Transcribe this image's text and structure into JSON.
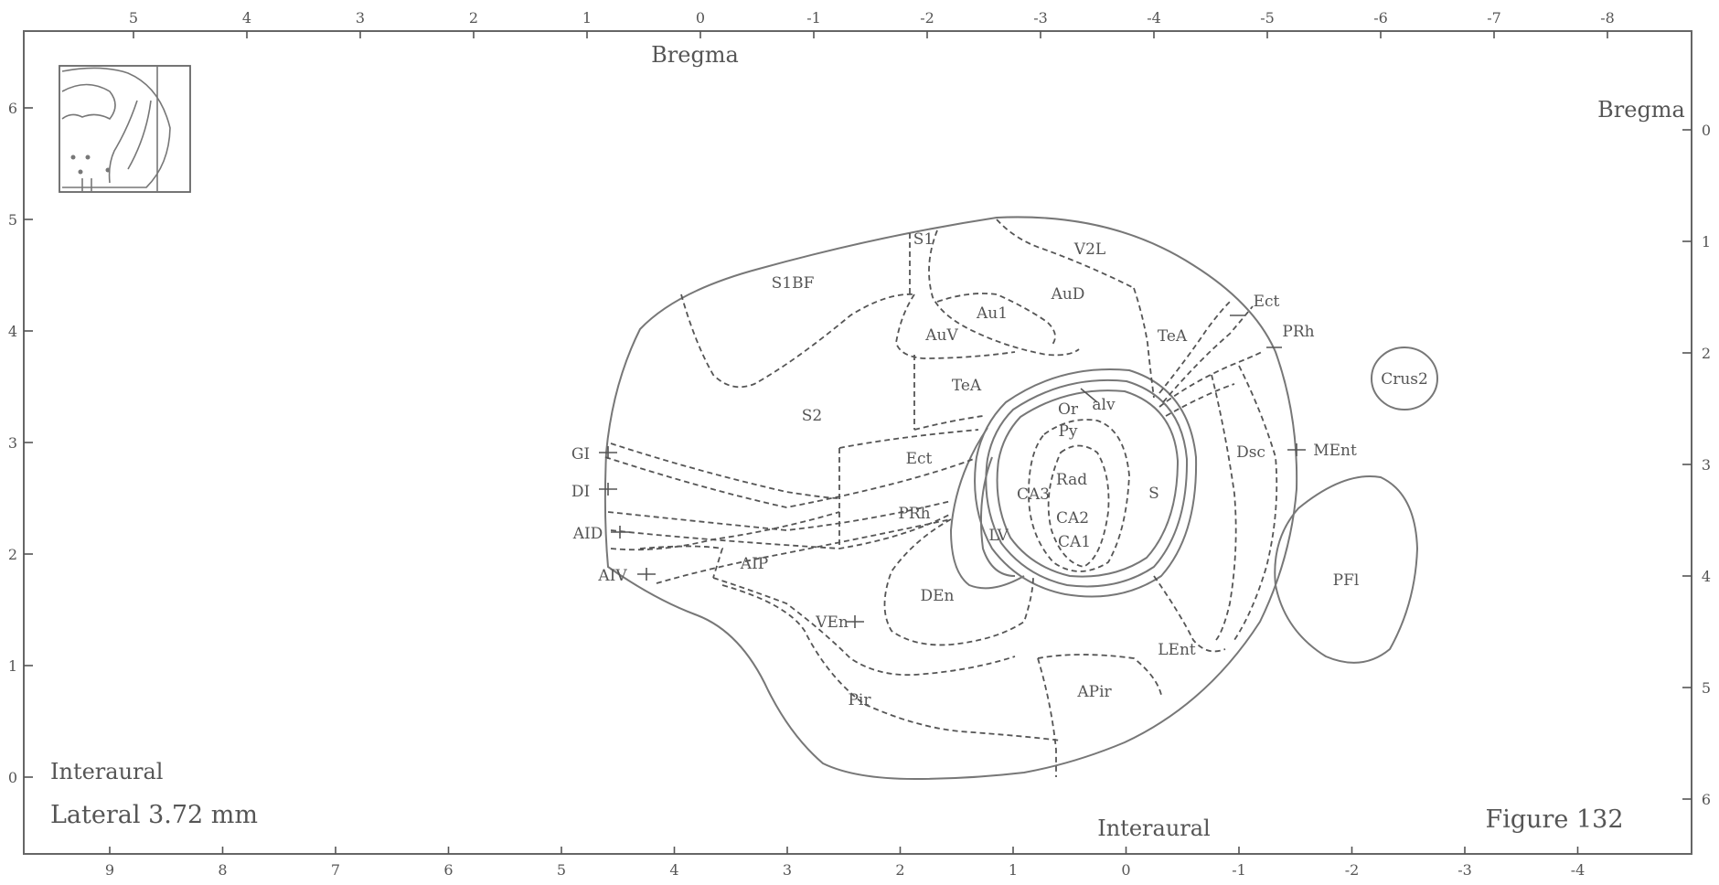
{
  "colors": {
    "ink": "#555555",
    "line": "#777777",
    "background": "#ffffff"
  },
  "labels": {
    "bregma_top": "Bregma",
    "bregma_right": "Bregma",
    "interaural_left": "Interaural",
    "interaural_bottom": "Interaural",
    "lateral": "Lateral 3.72 mm",
    "figure": "Figure 132"
  },
  "axes": {
    "top": [
      "5",
      "4",
      "3",
      "2",
      "1",
      "0",
      "-1",
      "-2",
      "-3",
      "-4",
      "-5",
      "-6",
      "-7",
      "-8"
    ],
    "bottom": [
      "9",
      "8",
      "7",
      "6",
      "5",
      "4",
      "3",
      "2",
      "1",
      "0",
      "-1",
      "-2",
      "-3",
      "-4"
    ],
    "left": [
      "6",
      "5",
      "4",
      "3",
      "2",
      "1",
      "0"
    ],
    "right": [
      "0",
      "1",
      "2",
      "3",
      "4",
      "5",
      "6"
    ]
  },
  "regions": {
    "s1": "S1",
    "v2l": "V2L",
    "s1bf": "S1BF",
    "aud": "AuD",
    "au1": "Au1",
    "auv": "AuV",
    "tea_upper": "TeA",
    "tea_mid": "TeA",
    "ect_right": "Ect",
    "prh_right": "PRh",
    "crus2": "Crus2",
    "s2": "S2",
    "or": "Or",
    "alv": "alv",
    "py": "Py",
    "gi": "GI",
    "ect_mid": "Ect",
    "rad": "Rad",
    "dsc": "Dsc",
    "ment": "MEnt",
    "di": "DI",
    "ca3": "CA3",
    "s": "S",
    "prh_mid": "PRh",
    "ca2": "CA2",
    "aid": "AID",
    "lv": "LV",
    "ca1": "CA1",
    "aip": "AIP",
    "pfl": "PFl",
    "aiv": "AIV",
    "den": "DEn",
    "ven": "VEn",
    "lent": "LEnt",
    "apir": "APir",
    "pir": "Pir"
  }
}
